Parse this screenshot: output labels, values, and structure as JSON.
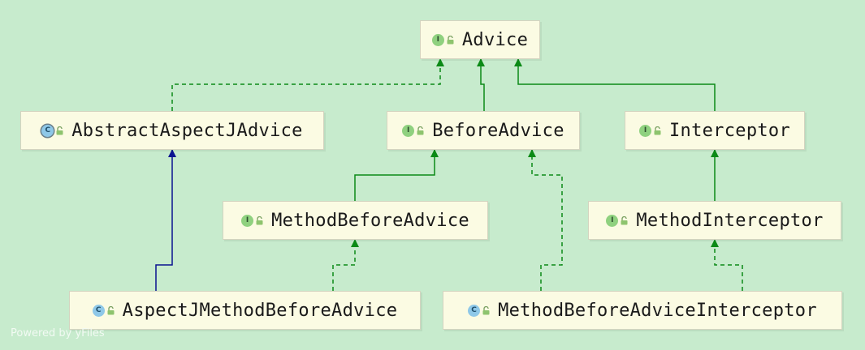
{
  "nodes": {
    "advice": {
      "label": "Advice",
      "kind": "I"
    },
    "abstract_aspectj_advice": {
      "label": "AbstractAspectJAdvice",
      "kind": "C"
    },
    "before_advice": {
      "label": "BeforeAdvice",
      "kind": "I"
    },
    "interceptor": {
      "label": "Interceptor",
      "kind": "I"
    },
    "method_before_advice": {
      "label": "MethodBeforeAdvice",
      "kind": "I"
    },
    "method_interceptor": {
      "label": "MethodInterceptor",
      "kind": "I"
    },
    "aspectj_method_before_advice": {
      "label": "AspectJMethodBeforeAdvice",
      "kind": "C"
    },
    "method_before_advice_interceptor": {
      "label": "MethodBeforeAdviceInterceptor",
      "kind": "C"
    }
  },
  "colors": {
    "background": "#c7ebcd",
    "node_fill": "#fbfbe3",
    "extends_interface": "#0b8a16",
    "extends_class": "#0a1390"
  },
  "footer": "Powered by yFiles"
}
